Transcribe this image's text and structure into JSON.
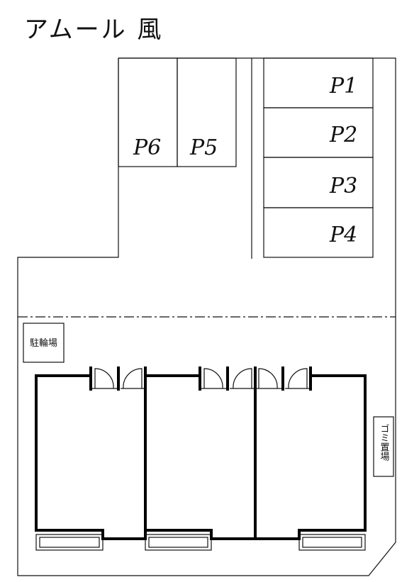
{
  "title": "アムール 風",
  "parking": {
    "p1": "P1",
    "p2": "P2",
    "p3": "P3",
    "p4": "P4",
    "p5": "P5",
    "p6": "P6"
  },
  "bicycle_parking": "駐輪場",
  "garbage_area": "ゴミ置場",
  "colors": {
    "line": "#111111",
    "wall": "#000000",
    "background": "#ffffff"
  }
}
